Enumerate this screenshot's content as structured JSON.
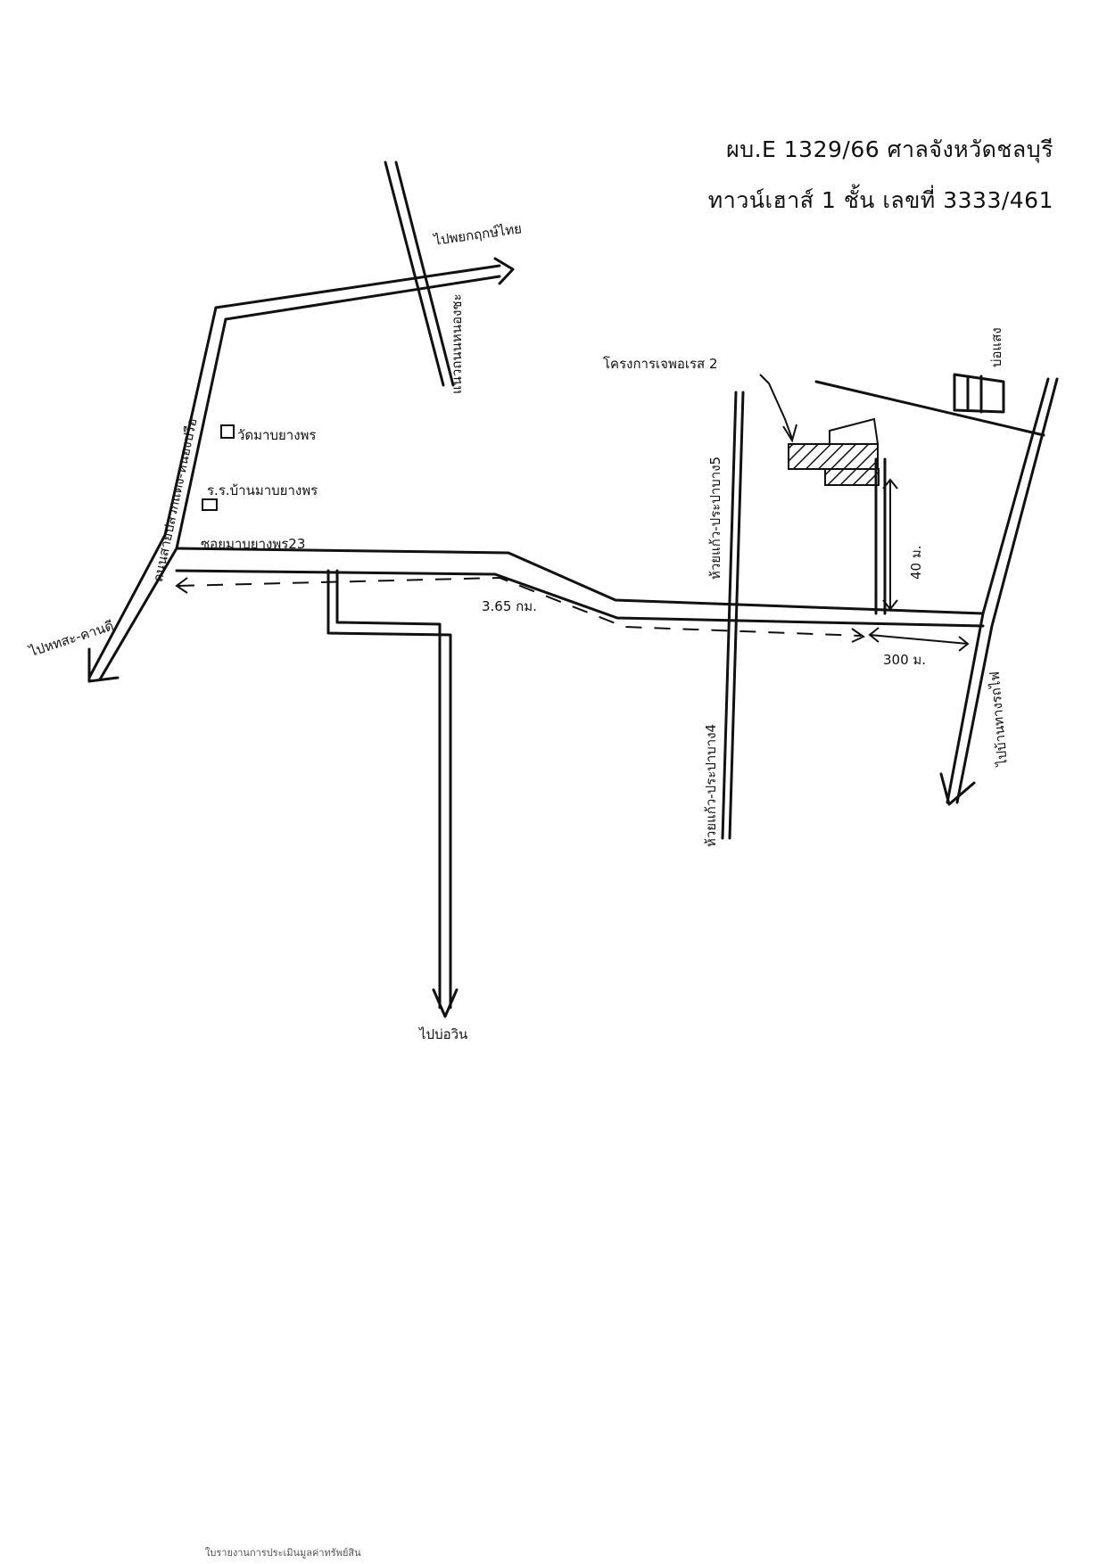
{
  "header": {
    "line1": "ผบ.E 1329/66 ศาลจังหวัดชลบุรี",
    "line2": "ทาวน์เฮาส์ 1 ชั้น เลขที่ 3333/461"
  },
  "labels": {
    "to_north_road": "ไปพยกฤกษ์ไทย",
    "road_north_vertical": "แนวถนนหนองชะ",
    "road_west": "ถนนสายปลวกแดง-หนองปรือ",
    "temple": "วัดมาบยางพร",
    "school": "ร.ร.บ้านมาบยางพร",
    "soi": "ซอยมาบยางพร23",
    "to_southwest": "ไปหทสะ-คานดี",
    "distance_long": "3.65 กม.",
    "project": "โครงการเจพอเรส 2",
    "road_upper_vertical": "ห้วยแก้ว-ประปาบาง5",
    "road_lower_vertical": "ห้วยแก้ว-ประปาบาง4",
    "distance_40": "40 ม.",
    "distance_300": "300 ม.",
    "pond": "บ่อแสง",
    "to_southeast": "ไปบ้านทางรถไฟ",
    "to_south": "ไปบ่อวิน"
  },
  "footer": "ใบรายงานการประเมินมูลค่าทรัพย์สิน"
}
